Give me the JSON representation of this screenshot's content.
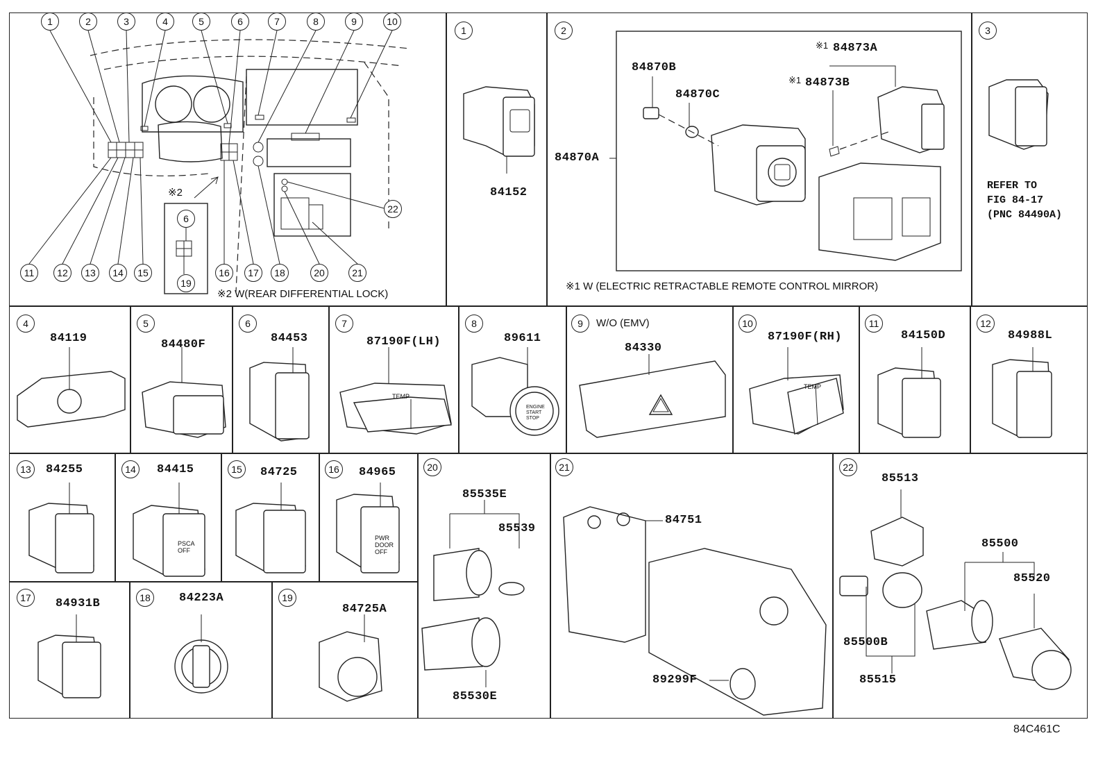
{
  "diagram_code": "84C461C",
  "overview": {
    "callouts_top": [
      "1",
      "2",
      "3",
      "4",
      "5",
      "6",
      "7",
      "8",
      "9",
      "10"
    ],
    "callouts_bottom": [
      "11",
      "12",
      "13",
      "14",
      "15",
      "16",
      "17",
      "18",
      "20",
      "21"
    ],
    "callout_22": "22",
    "inset_mark": "※2",
    "inset_callouts": [
      "6",
      "19"
    ],
    "footnote": "※2  W(REAR DIFFERENTIAL LOCK)"
  },
  "panels": [
    {
      "id": "1",
      "parts": [
        "84152"
      ]
    },
    {
      "id": "2",
      "parts": [
        "84870A",
        "84870B",
        "84870C",
        "84873A",
        "84873B"
      ],
      "marks": [
        "※1",
        "※1"
      ],
      "footnote": "※1  W (ELECTRIC RETRACTABLE REMOTE CONTROL MIRROR)"
    },
    {
      "id": "3",
      "refer": "REFER TO\nFIG 84-17\n(PNC 84490A)"
    },
    {
      "id": "4",
      "parts": [
        "84119"
      ]
    },
    {
      "id": "5",
      "parts": [
        "84480F"
      ]
    },
    {
      "id": "6",
      "parts": [
        "84453"
      ]
    },
    {
      "id": "7",
      "parts": [
        "87190F(LH)"
      ]
    },
    {
      "id": "8",
      "parts": [
        "89611"
      ]
    },
    {
      "id": "9",
      "parts": [
        "84330"
      ],
      "subtitle": "W/O (EMV)"
    },
    {
      "id": "10",
      "parts": [
        "87190F(RH)"
      ]
    },
    {
      "id": "11",
      "parts": [
        "84150D"
      ]
    },
    {
      "id": "12",
      "parts": [
        "84988L"
      ]
    },
    {
      "id": "13",
      "parts": [
        "84255"
      ]
    },
    {
      "id": "14",
      "parts": [
        "84415"
      ]
    },
    {
      "id": "15",
      "parts": [
        "84725"
      ]
    },
    {
      "id": "16",
      "parts": [
        "84965"
      ]
    },
    {
      "id": "17",
      "parts": [
        "84931B"
      ]
    },
    {
      "id": "18",
      "parts": [
        "84223A"
      ]
    },
    {
      "id": "19",
      "parts": [
        "84725A"
      ]
    },
    {
      "id": "20",
      "parts": [
        "85535E",
        "85539",
        "85530E"
      ]
    },
    {
      "id": "21",
      "parts": [
        "84751",
        "89299F"
      ]
    },
    {
      "id": "22",
      "parts": [
        "85513",
        "85500",
        "85520",
        "85500B",
        "85515"
      ]
    }
  ],
  "switch_labels": {
    "temp": "TEMP",
    "psca_off": "PSCA\nOFF",
    "pwr_door_off": "PWR\nDOOR\nOFF",
    "engine_start_stop": "ENGINE\nSTART\nSTOP"
  }
}
